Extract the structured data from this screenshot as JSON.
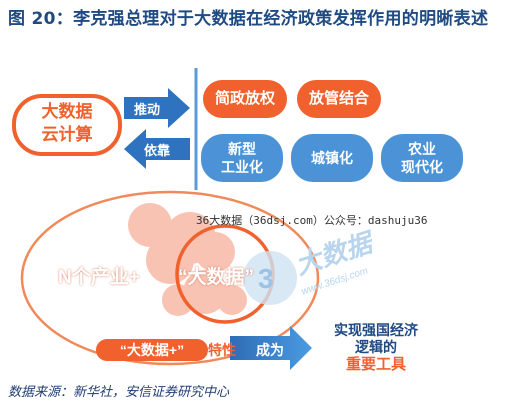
{
  "title": "图 20：李克强总理对于大数据在经济政策发挥作用的明晰表述",
  "diagram": {
    "left_box_line1": "大数据",
    "left_box_line2": "云计算",
    "arrow_push": "推动",
    "arrow_rely": "依靠",
    "policies": [
      "简政放权",
      "放管结合"
    ],
    "modernizations": [
      {
        "line1": "新型",
        "line2": "工业化"
      },
      {
        "line1": "城镇化",
        "line2": ""
      },
      {
        "line1": "农业",
        "line2": "现代化"
      }
    ],
    "watermark_text": "36大数据（36dsj.com）公众号：dashuju36",
    "watermark_logo": "大数据",
    "watermark_logo_url": "www.36dsj.com",
    "n_industries": "N个产业+",
    "big_data_quote": "“大数据”",
    "big_data_plus": "“大数据+”",
    "feature": "特性",
    "become": "成为",
    "goal_line1": "实现强国经济",
    "goal_line2": "逻辑的",
    "goal_line3": "重要工具"
  },
  "source": "数据来源：新华社，安信证券研究中心",
  "colors": {
    "orange": "#f0612d",
    "blue": "#4b93d6",
    "dark_blue": "#1f4a82"
  }
}
